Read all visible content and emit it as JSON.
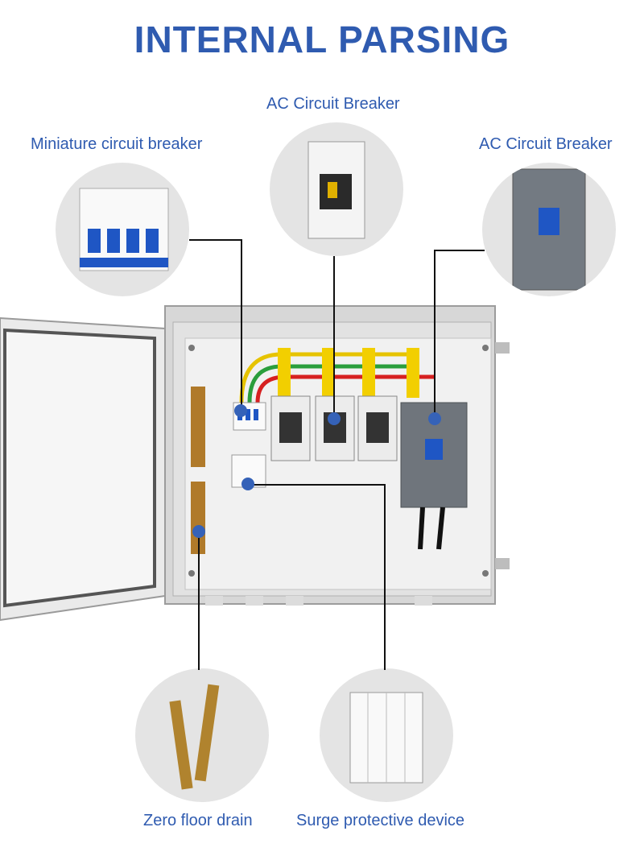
{
  "title": "INTERNAL PARSING",
  "callouts": {
    "mcb": "Miniature circuit breaker",
    "ac_top": "AC Circuit Breaker",
    "ac_right": "AC Circuit Breaker",
    "drain": "Zero floor drain",
    "spd": "Surge protective device"
  },
  "colors": {
    "title": "#2f5bb0",
    "marker": "#3562b8"
  }
}
